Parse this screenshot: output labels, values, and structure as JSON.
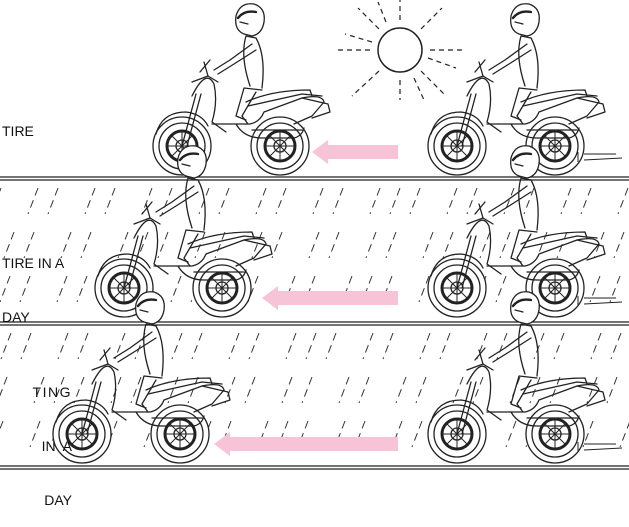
{
  "panels": [
    {
      "label_lines": [
        "TIRE"
      ],
      "weather": "sunny",
      "arrow_length": "short"
    },
    {
      "label_lines": [
        "TIRE IN A",
        "DAY"
      ],
      "weather": "rain",
      "arrow_length": "medium"
    },
    {
      "label_lines": [
        "TING",
        "IN  A",
        "DAY"
      ],
      "weather": "rain",
      "arrow_length": "long"
    }
  ],
  "colors": {
    "arrow": "#f7c3d6",
    "line": "#222222",
    "rain": "#333333",
    "background": "#ffffff"
  },
  "icons": [
    "sun-icon",
    "motorcycle-icon",
    "arrow-left-icon",
    "rain-streak"
  ]
}
